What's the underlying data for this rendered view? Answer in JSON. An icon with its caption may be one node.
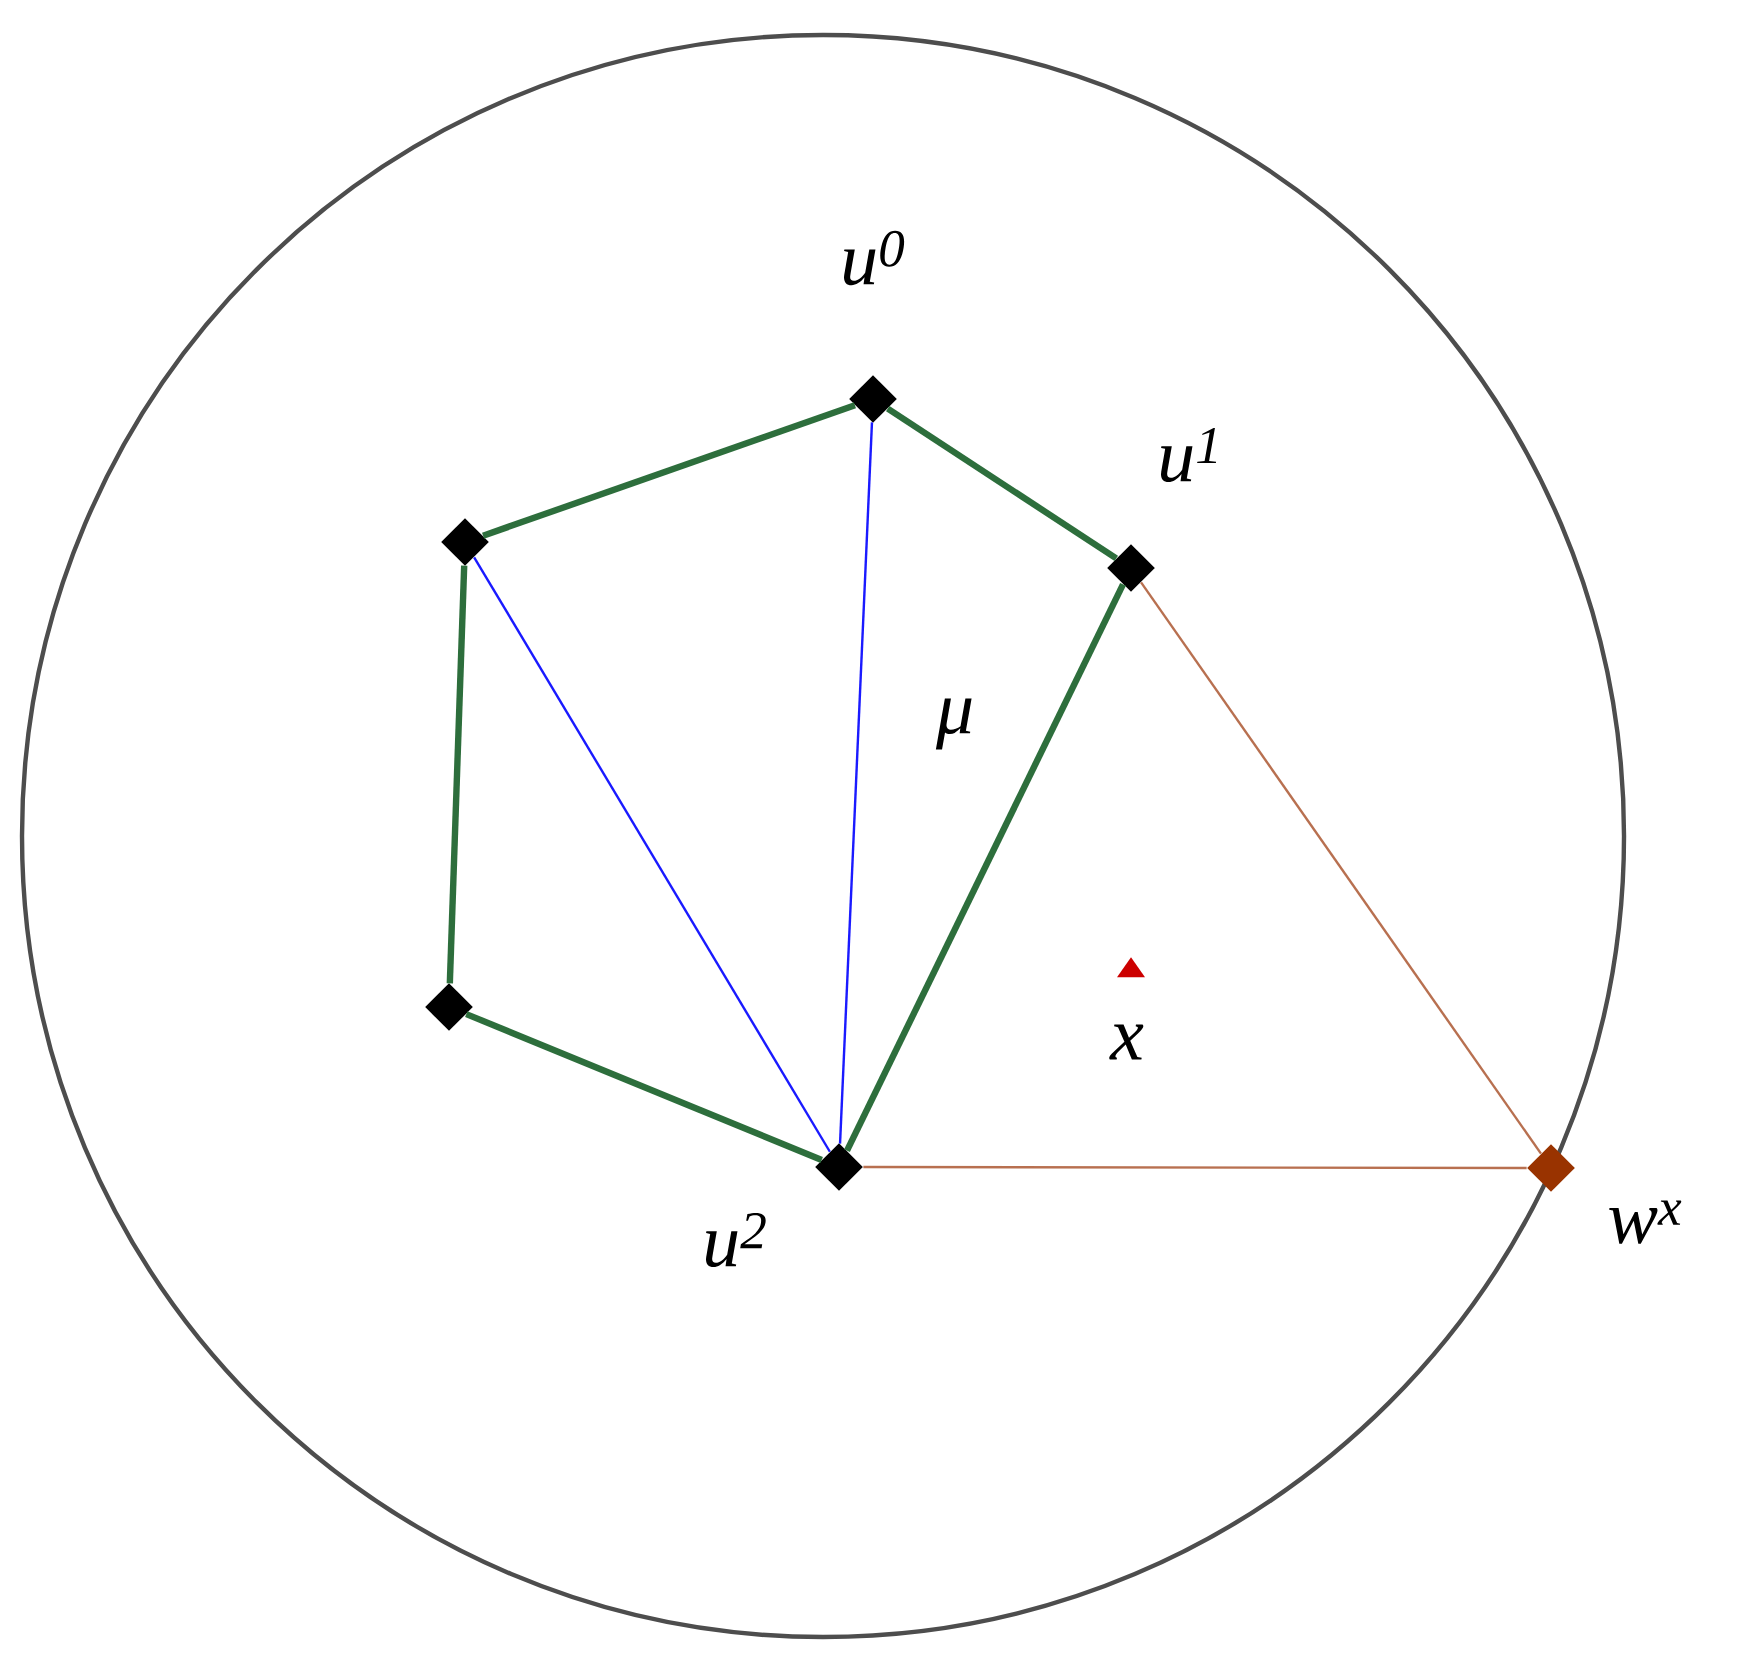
{
  "diagram": {
    "nodes": [
      {
        "text": [],
        "shape": "diamond",
        "beside": [
          "u$^{0}$"
        ]
      },
      {
        "text": [],
        "shape": "diamond"
      },
      {
        "text": [],
        "shape": "diamond"
      },
      {
        "text": [],
        "shape": "diamond",
        "beside": [
          "u$^{2}$"
        ]
      },
      {
        "text": [],
        "shape": "diamond",
        "beside": [
          "u$^{1}$"
        ]
      },
      {
        "text": [],
        "shape": "diamond",
        "beside": [
          "w$^{x}$"
        ]
      },
      {
        "text": [],
        "shape": "triangle",
        "beside": [
          "x"
        ]
      }
    ],
    "edges": [
      {
        "from": 0,
        "to": 1,
        "arrow": "none"
      },
      {
        "from": 1,
        "to": 2,
        "arrow": "none"
      },
      {
        "from": 2,
        "to": 3,
        "arrow": "none"
      },
      {
        "from": 3,
        "to": 4,
        "arrow": "none"
      },
      {
        "from": 4,
        "to": 0,
        "arrow": "none"
      },
      {
        "from": 1,
        "to": 3,
        "arrow": "none",
        "color": "#1a1aff"
      },
      {
        "from": 0,
        "to": 3,
        "arrow": "none",
        "color": "#1a1aff"
      },
      {
        "from": 4,
        "to": 5,
        "arrow": "none",
        "color": "#b87050"
      },
      {
        "from": 3,
        "to": 5,
        "arrow": "none",
        "color": "#b87050"
      }
    ],
    "labels": [
      "μ"
    ]
  }
}
